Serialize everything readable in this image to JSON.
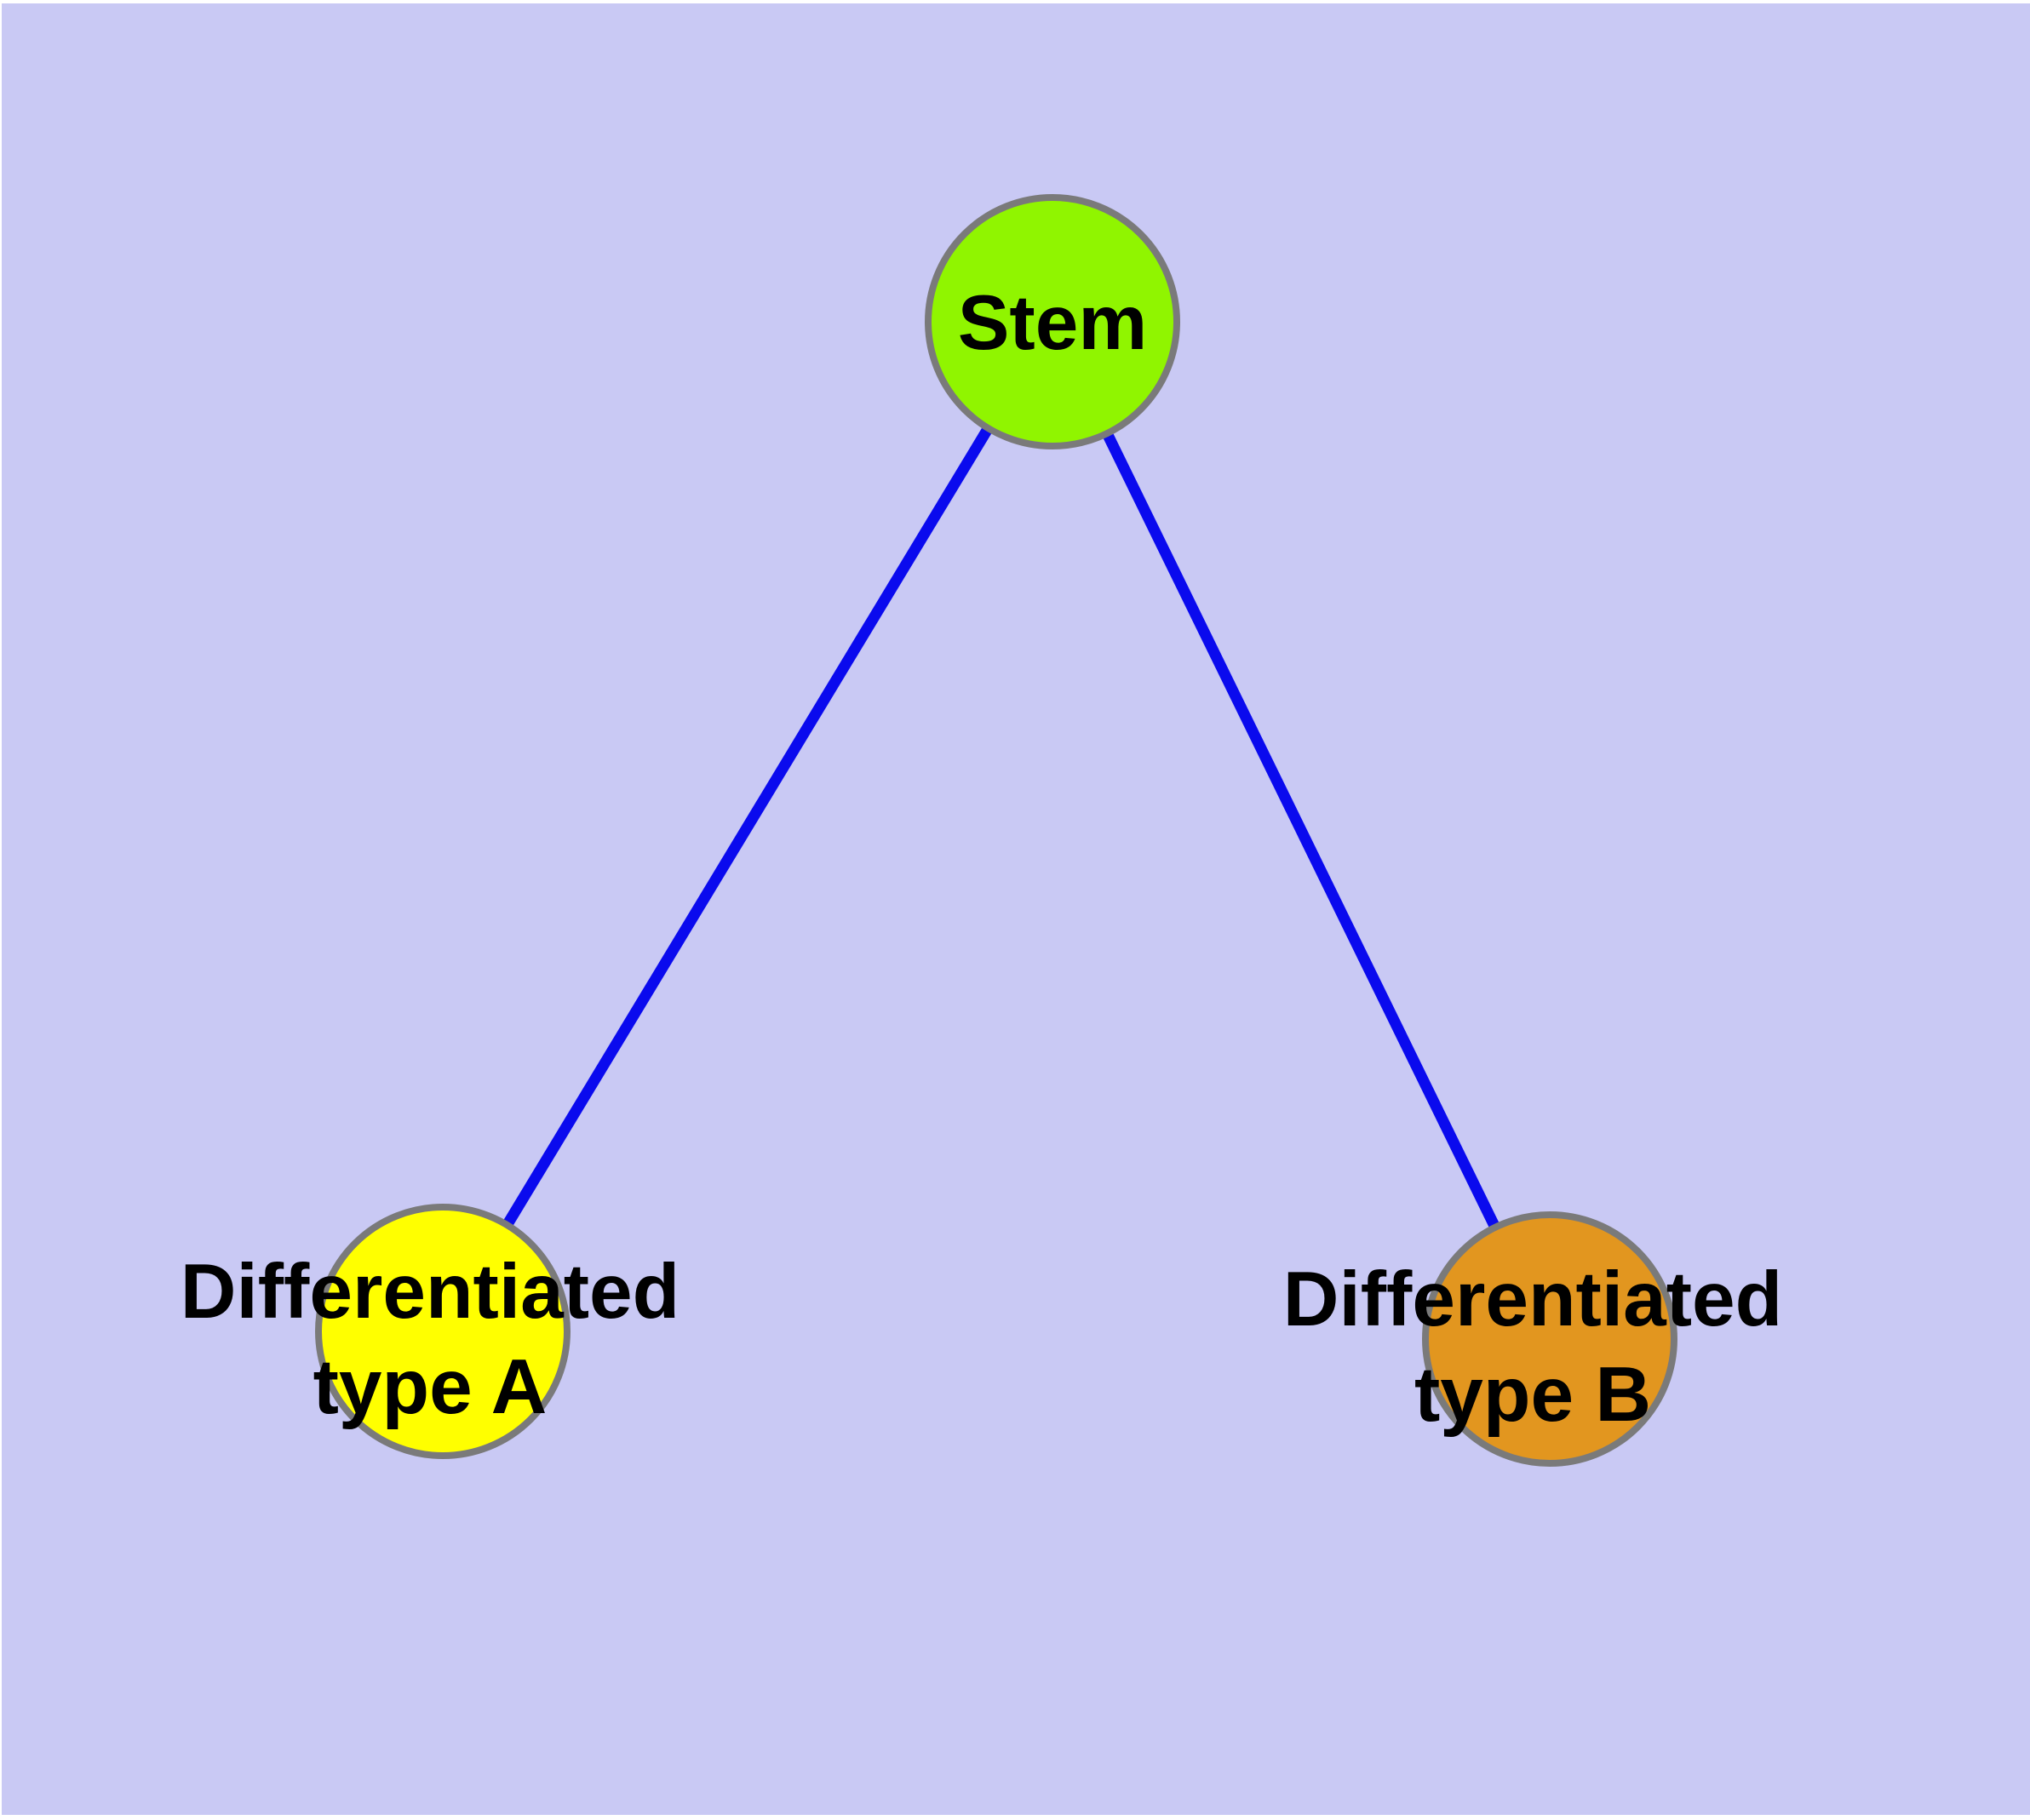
{
  "diagram": {
    "kind": "node-link graph",
    "background_color": "#C9C9F4",
    "page_margin_color": "#FFFFFF",
    "edge_color": "#0A0AEE",
    "node_border_color": "#7A7A7A",
    "label_color": "#000000",
    "nodes": {
      "stem": {
        "label": "Stem",
        "fill": "#90F500"
      },
      "type_a": {
        "label": "Differentiated type A",
        "line1": "Differentiated",
        "line2": "type A",
        "fill": "#FFFF00"
      },
      "type_b": {
        "label": "Differentiated type B",
        "line1": "Differentiated",
        "line2": "type B",
        "fill": "#E2961F"
      }
    },
    "edges": [
      {
        "from": "Stem",
        "to": "Differentiated type A"
      },
      {
        "from": "Stem",
        "to": "Differentiated type B"
      }
    ]
  }
}
